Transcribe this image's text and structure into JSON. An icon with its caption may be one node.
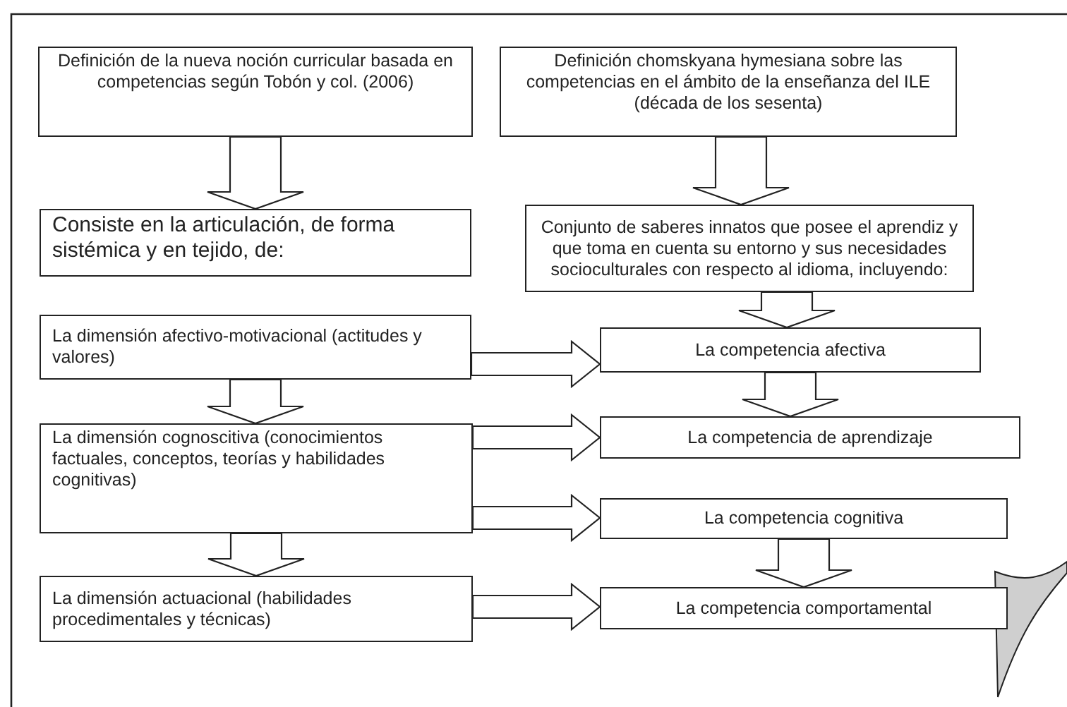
{
  "diagram": {
    "nodes": [
      {
        "text": [
          "Definición de la nueva noción curricular basada en competencias según Tobón y col. (2006)"
        ]
      },
      {
        "text": [
          "Definición chomskyana hymesiana sobre las competencias en el ámbito de la enseñanza del ILE (década de los sesenta)"
        ]
      },
      {
        "text": [
          "Consiste en la articulación, de forma sistémica y en tejido, de:"
        ]
      },
      {
        "text": [
          "Conjunto de saberes innatos que posee el aprendiz y que toma en cuenta su entorno y sus necesidades socioculturales con respecto al idioma, incluyendo:"
        ]
      },
      {
        "text": [
          "La dimensión afectivo-motivacional (actitudes y valores)"
        ]
      },
      {
        "text": [
          "La dimensión cognoscitiva (conocimientos factuales, conceptos, teorías y habilidades cognitivas)"
        ]
      },
      {
        "text": [
          "La dimensión actuacional (habilidades procedimentales y técnicas)"
        ]
      },
      {
        "text": [
          "La competencia afectiva"
        ]
      },
      {
        "text": [
          "La competencia de aprendizaje"
        ]
      },
      {
        "text": [
          "La competencia cognitiva"
        ]
      },
      {
        "text": [
          "La competencia comportamental"
        ]
      }
    ],
    "edges": [
      {
        "from": 0,
        "to": 2,
        "arrow": "to"
      },
      {
        "from": 1,
        "to": 3,
        "arrow": "to"
      },
      {
        "from": 3,
        "to": 7,
        "arrow": "to"
      },
      {
        "from": 4,
        "to": 7,
        "arrow": "to"
      },
      {
        "from": 4,
        "to": 5,
        "arrow": "to"
      },
      {
        "from": 7,
        "to": 8,
        "arrow": "to"
      },
      {
        "from": 5,
        "to": 8,
        "arrow": "to"
      },
      {
        "from": 5,
        "to": 9,
        "arrow": "to"
      },
      {
        "from": 5,
        "to": 6,
        "arrow": "to"
      },
      {
        "from": 9,
        "to": 10,
        "arrow": "to"
      },
      {
        "from": 6,
        "to": 10,
        "arrow": "to"
      }
    ]
  }
}
